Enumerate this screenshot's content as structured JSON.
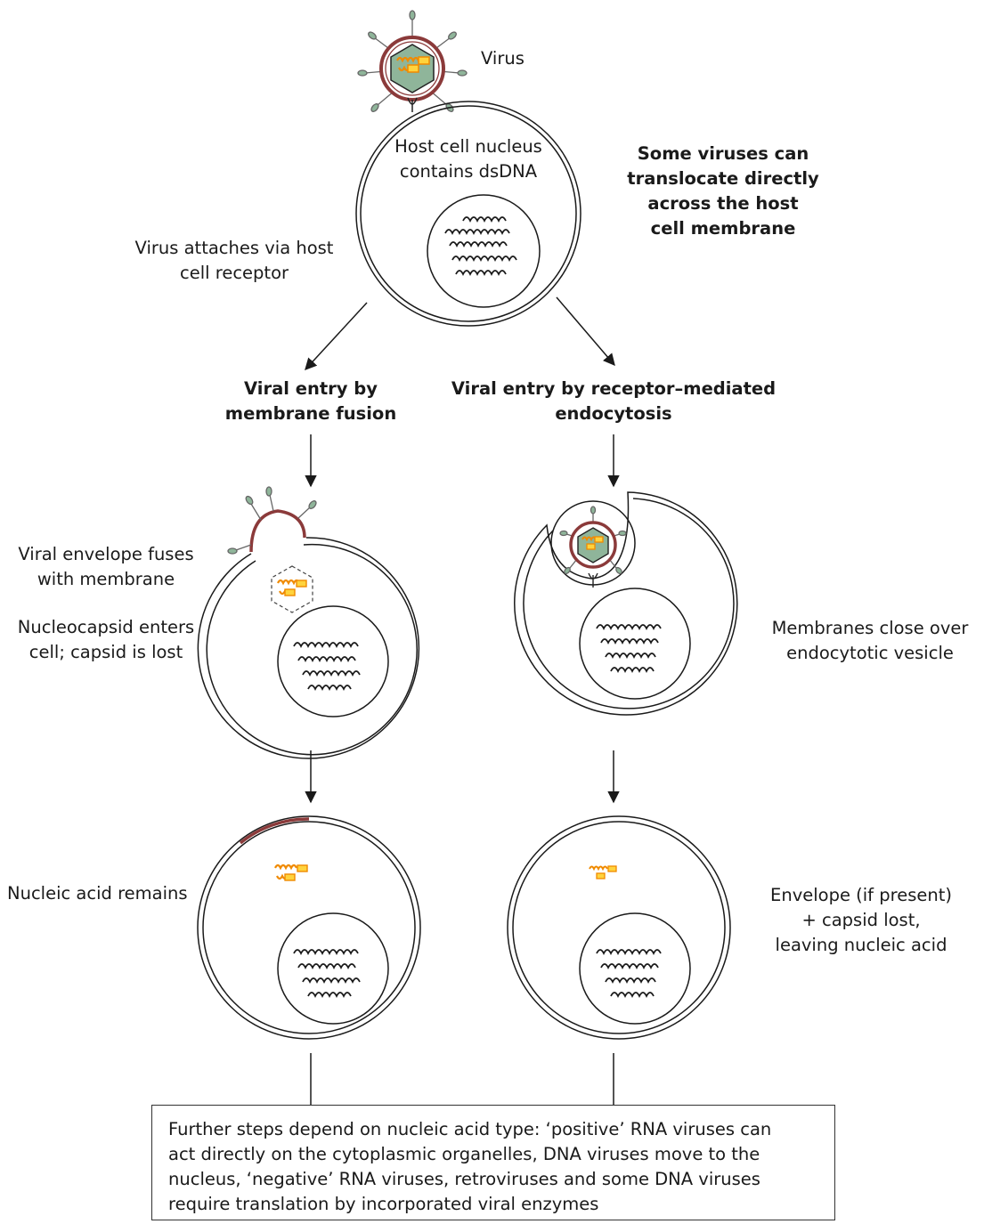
{
  "labels": {
    "virus": "Virus",
    "host_nucleus": [
      "Host cell nucleus",
      "contains dsDNA"
    ],
    "translocate": [
      "Some viruses can",
      "translocate directly",
      "across the host",
      "cell membrane"
    ],
    "attach": [
      "Virus attaches via host",
      "cell receptor"
    ],
    "fusion_title": [
      "Viral entry by",
      "membrane fusion"
    ],
    "endo_title": [
      "Viral entry by receptor–mediated",
      "endocytosis"
    ],
    "envelope_fuses": [
      "Viral envelope fuses",
      "with membrane"
    ],
    "nucleocapsid": [
      "Nucleocapsid enters",
      "cell; capsid is lost"
    ],
    "membranes_close": [
      "Membranes close over",
      "endocytotic vesicle"
    ],
    "nucleic_remains": "Nucleic acid remains",
    "envelope_lost": [
      "Envelope (if present)",
      "+ capsid lost,",
      "leaving nucleic acid"
    ]
  },
  "footer": {
    "text": [
      "Further steps depend on nucleic acid type: ‘positive’ RNA viruses can",
      "act directly on the cytoplasmic organelles, DNA viruses move to the",
      "nucleus, ‘negative’ RNA viruses, retroviruses and some DNA viruses",
      "require translation by incorporated viral enzymes"
    ]
  },
  "colors": {
    "envelope": "#8b3a3a",
    "capsid_fill": "#8fb59a",
    "nucleic_acid": "#f08a00",
    "nucleic_acid_fill": "#ffd33d",
    "outline": "#1a1a1a"
  }
}
